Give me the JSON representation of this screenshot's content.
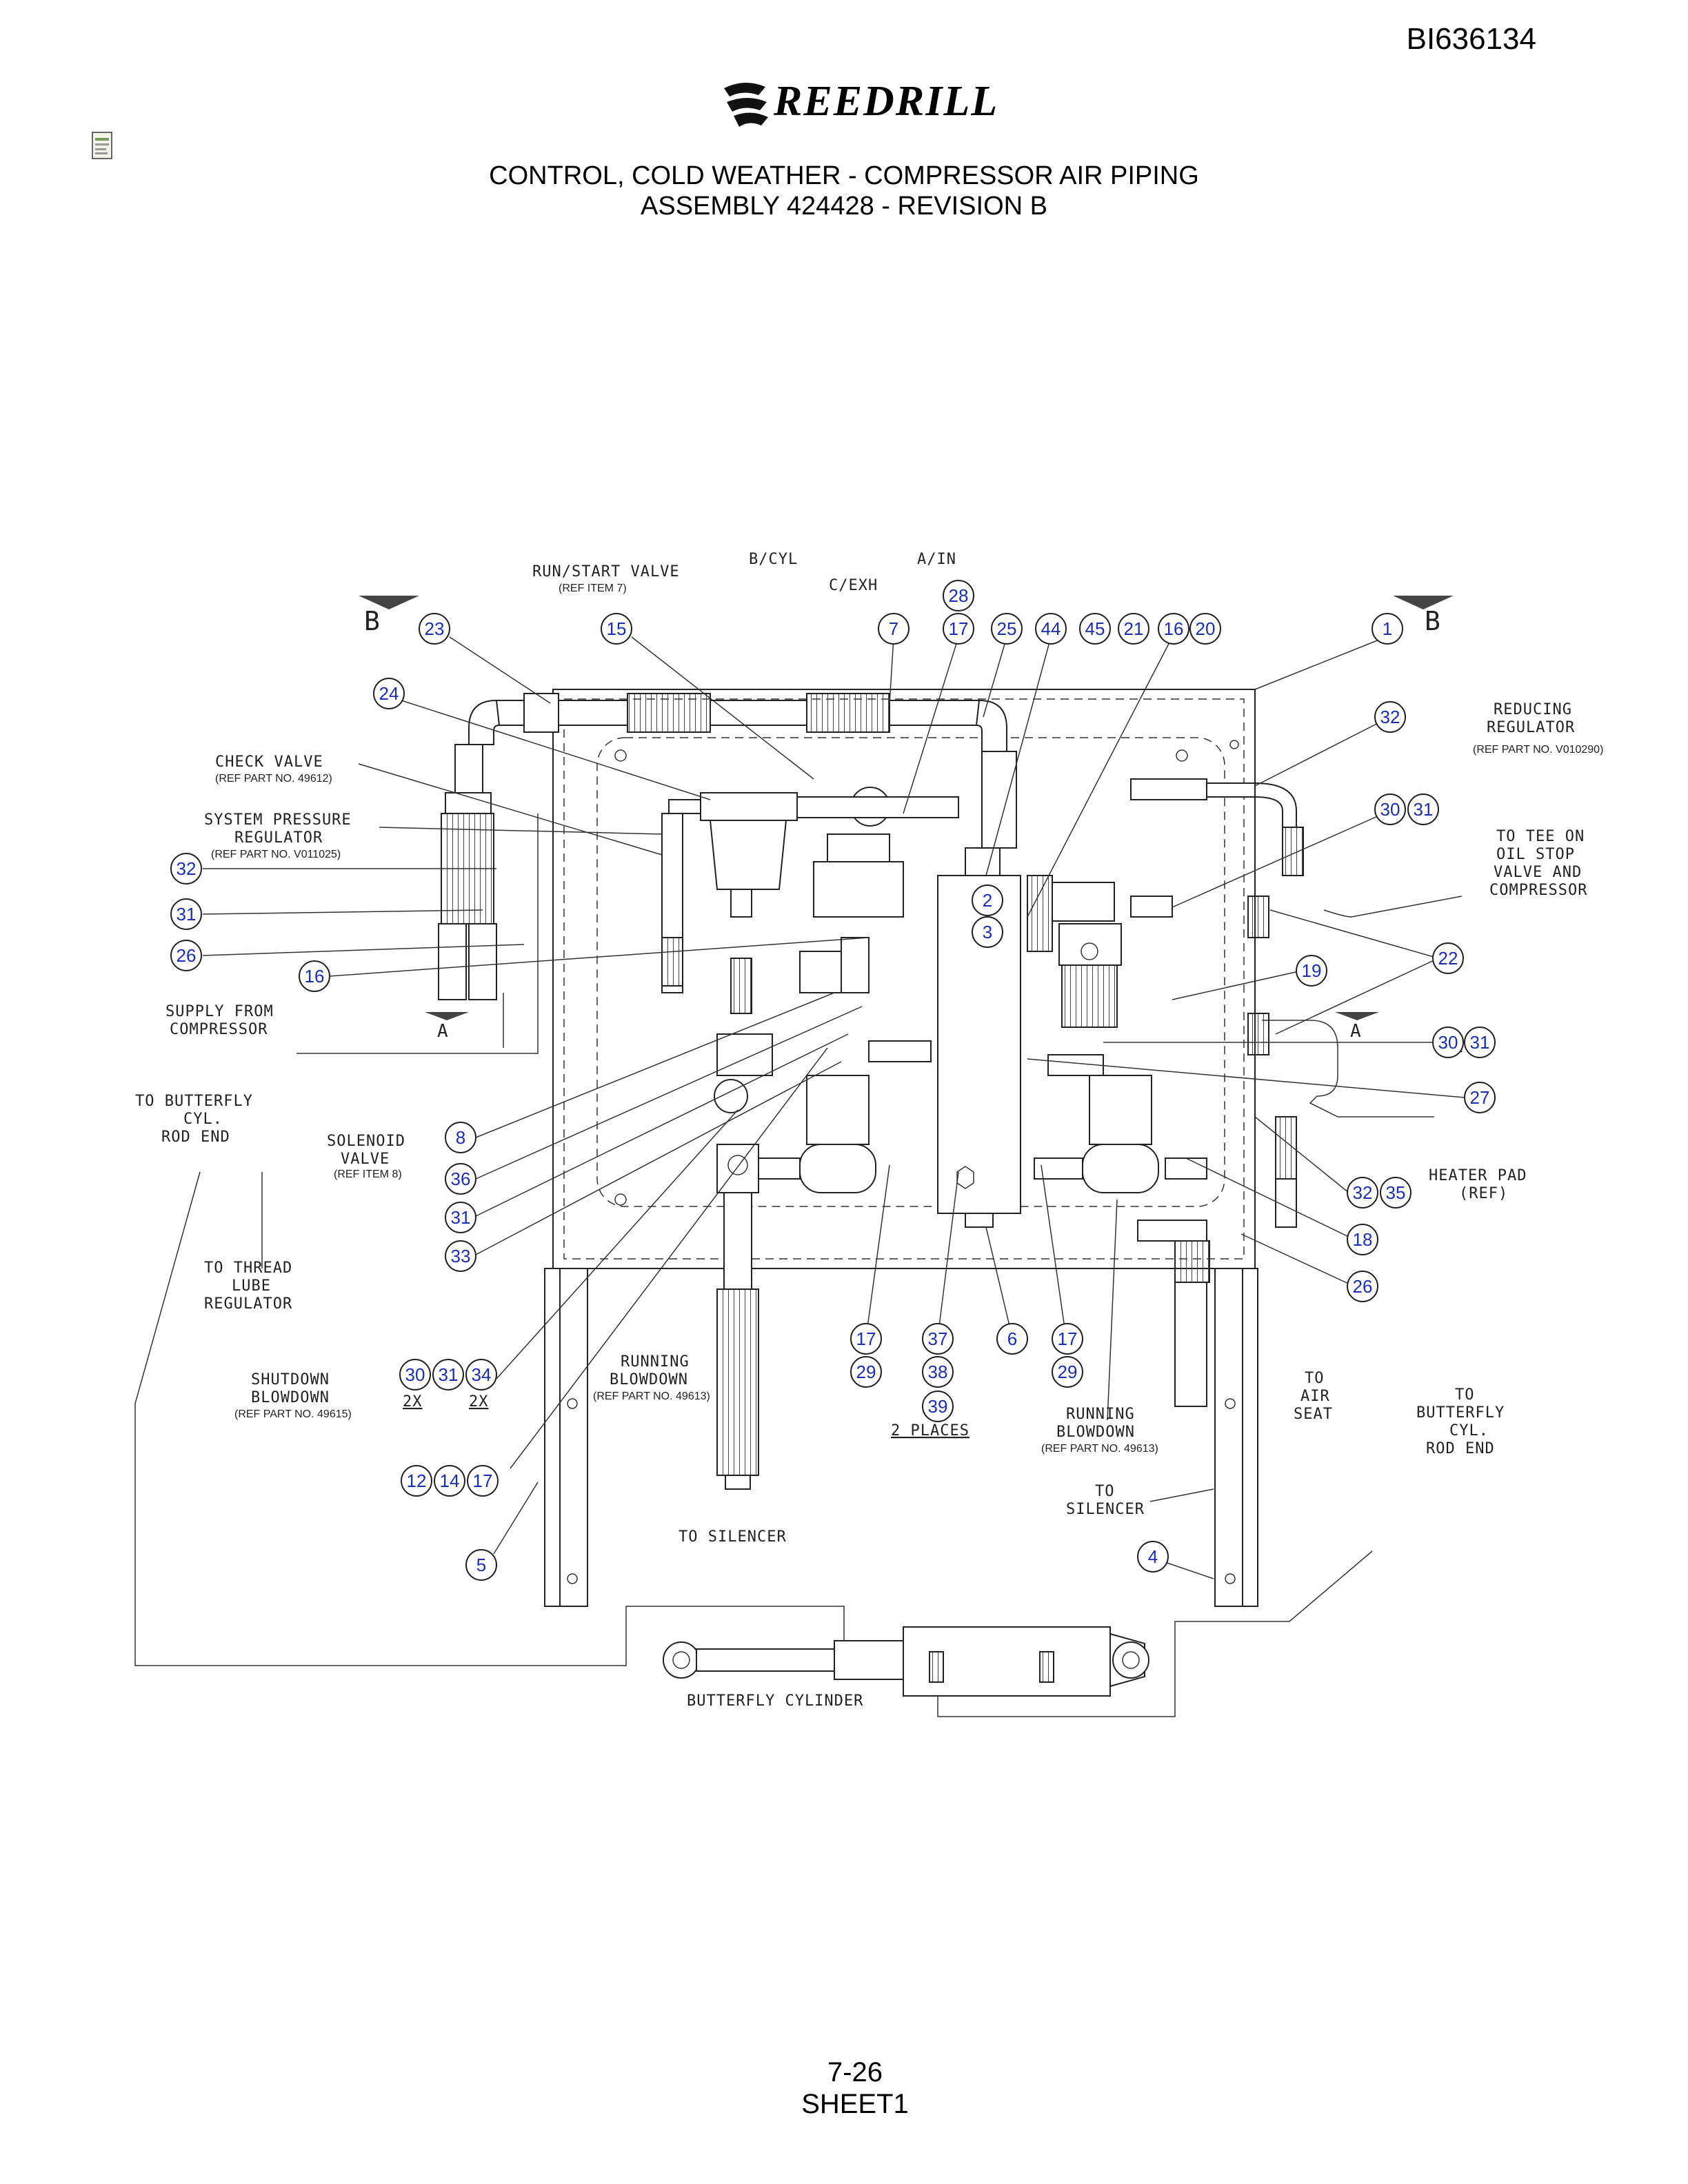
{
  "document_id": "BI636134",
  "logo": {
    "brand": "REEDRILL"
  },
  "title": {
    "line1": "CONTROL, COLD WEATHER - COMPRESSOR AIR PIPING",
    "line2": "ASSEMBLY 424428 - REVISION B"
  },
  "footer": {
    "page": "7-26",
    "sheet": "SHEET1"
  },
  "icons": {
    "document": "document-icon"
  },
  "labels": {
    "run_start_valve": "RUN/START VALVE",
    "run_start_ref": "(REF ITEM 7)",
    "b_cyl": "B/CYL",
    "a_in": "A/IN",
    "c_exh": "C/EXH",
    "check_valve": "CHECK VALVE",
    "check_valve_ref": "(REF PART NO. 49612)",
    "system_pressure": "SYSTEM PRESSURE",
    "regulator": "REGULATOR",
    "system_pressure_ref": "(REF PART NO. V011025)",
    "supply_from": "SUPPLY FROM",
    "compressor": "COMPRESSOR",
    "to_butterfly": "TO BUTTERFLY",
    "cyl": "CYL.",
    "rod_end": "ROD END",
    "solenoid": "SOLENOID",
    "valve": "VALVE",
    "solenoid_ref": "(REF ITEM 8)",
    "to_thread": "TO THREAD",
    "lube": "LUBE",
    "regulator2": "REGULATOR",
    "shutdown": "SHUTDOWN",
    "blowdown": "BLOWDOWN",
    "shutdown_ref": "(REF PART NO. 49615)",
    "two_x_a": "2X",
    "two_x_b": "2X",
    "two_x_c": "2X",
    "running": "RUNNING",
    "running_blowdown_ref": "(REF PART NO. 49613)",
    "running2": "RUNNING",
    "blowdown2": "BLOWDOWN",
    "running_blowdown_ref2": "(REF PART NO. 49613)",
    "two_places": "2 PLACES",
    "to_silencer": "TO SILENCER",
    "to": "TO",
    "silencer": "SILENCER",
    "reducing": "REDUCING",
    "regulator3": "REGULATOR",
    "reducing_ref": "(REF PART NO. V010290)",
    "to_tee_on": "TO TEE ON",
    "oil_stop": "OIL STOP",
    "valve_and": "VALVE AND",
    "compressor2": "COMPRESSOR",
    "heater_pad": "HEATER PAD",
    "ref": "(REF)",
    "to_air": "TO",
    "air": "AIR",
    "seat": "SEAT",
    "to_bf": "TO",
    "butterfly": "BUTTERFLY",
    "cyl2": "CYL.",
    "rod_end2": "ROD END",
    "butterfly_cylinder": "BUTTERFLY CYLINDER",
    "section_b_left": "B",
    "section_b_right": "B",
    "section_a_left": "A",
    "section_a_right": "A"
  },
  "callouts": [
    "1",
    "2",
    "3",
    "4",
    "5",
    "6",
    "7",
    "8",
    "12",
    "14",
    "15",
    "16",
    "16",
    "17",
    "17",
    "17",
    "17",
    "18",
    "19",
    "20",
    "21",
    "22",
    "23",
    "24",
    "25",
    "26",
    "26",
    "27",
    "28",
    "29",
    "29",
    "30",
    "30",
    "30",
    "31",
    "31",
    "31",
    "31",
    "31",
    "32",
    "32",
    "32",
    "33",
    "34",
    "35",
    "36",
    "37",
    "38",
    "39",
    "44",
    "45"
  ]
}
